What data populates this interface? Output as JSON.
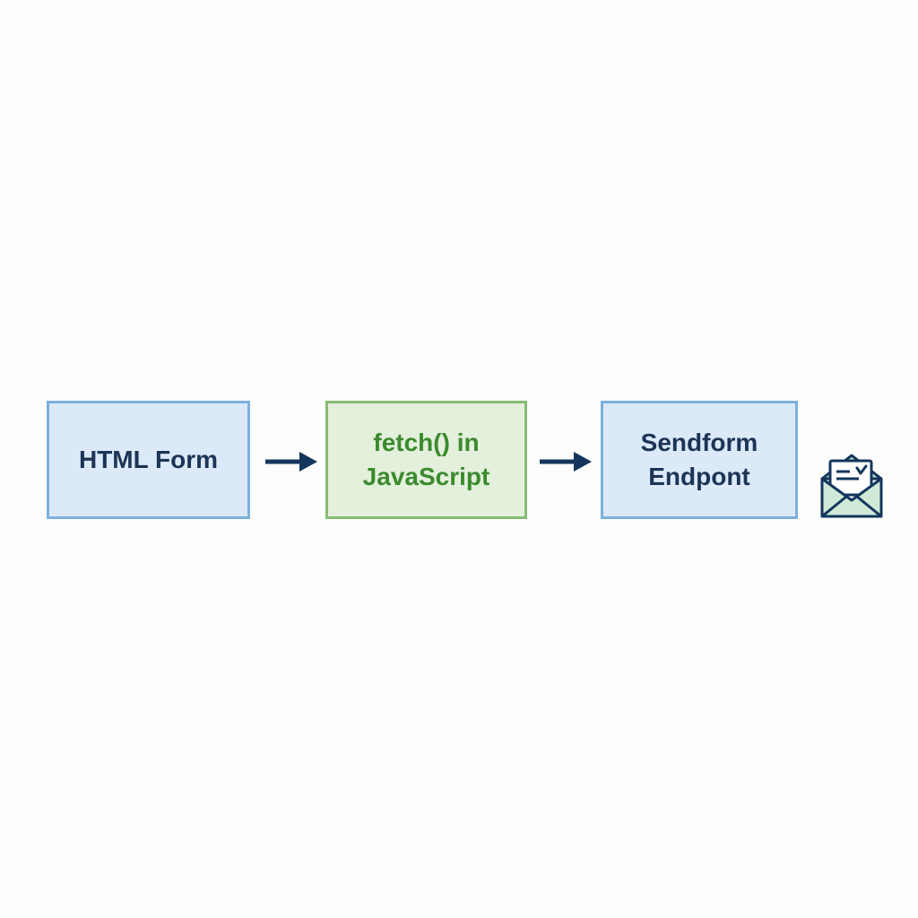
{
  "diagram": {
    "nodes": [
      {
        "id": "html-form",
        "label": "HTML Form",
        "style": "blue"
      },
      {
        "id": "fetch",
        "label_lines": [
          "fetch() in",
          "JavaScript"
        ],
        "style": "green"
      },
      {
        "id": "endpoint",
        "label_lines": [
          "Sendform",
          "Endpont"
        ],
        "style": "blue"
      }
    ],
    "edges": [
      {
        "from": "html-form",
        "to": "fetch"
      },
      {
        "from": "fetch",
        "to": "endpoint"
      }
    ],
    "end_icon": "envelope-icon"
  },
  "colors": {
    "blue_fill": "#dce9f8",
    "blue_border": "#7cb0dd",
    "blue_text": "#1c3556",
    "green_fill": "#e3f0dc",
    "green_border": "#86bb75",
    "green_text": "#3c8a2e",
    "arrow": "#14365c"
  }
}
